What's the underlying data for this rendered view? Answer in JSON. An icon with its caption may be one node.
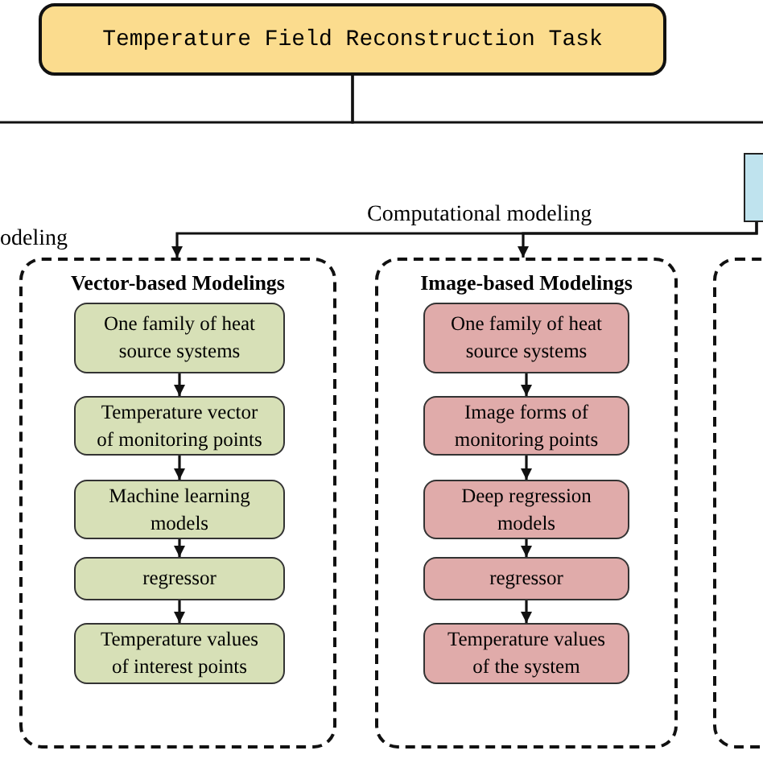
{
  "diagram": {
    "nodes": [
      {
        "text": [
          "Temperature Field Reconstruction Task"
        ]
      },
      {
        "text": [
          "Vector-based Modelings"
        ]
      },
      {
        "text": [
          "One family of heat source systems"
        ],
        "in": 1
      },
      {
        "text": [
          "Temperature vector of monitoring points"
        ],
        "in": 1
      },
      {
        "text": [
          "Machine learning models"
        ],
        "in": 1
      },
      {
        "text": [
          "regressor"
        ],
        "in": 1
      },
      {
        "text": [
          "Temperature values of interest points"
        ],
        "in": 1
      },
      {
        "text": [
          "Image-based Modelings"
        ]
      },
      {
        "text": [
          "One family of heat source systems"
        ],
        "in": 7
      },
      {
        "text": [
          "Image forms of monitoring points"
        ],
        "in": 7
      },
      {
        "text": [
          "Deep regression models"
        ],
        "in": 7
      },
      {
        "text": [
          "regressor"
        ],
        "in": 7
      },
      {
        "text": [
          "Temperature values of the system"
        ],
        "in": 7
      },
      {
        "text": [],
        "shape": "box"
      },
      {
        "text": [],
        "shape": "box"
      }
    ],
    "edges": [
      {
        "from": 0,
        "to": null,
        "arrow": "none"
      },
      {
        "from": 0,
        "to": null,
        "arrow": "none"
      },
      {
        "from": 13,
        "to": 1,
        "arrow": "to"
      },
      {
        "from": 13,
        "to": 7,
        "arrow": "to"
      },
      {
        "from": 2,
        "to": 3,
        "arrow": "to"
      },
      {
        "from": 3,
        "to": 4,
        "arrow": "to"
      },
      {
        "from": 4,
        "to": 5,
        "arrow": "to"
      },
      {
        "from": 5,
        "to": 6,
        "arrow": "to"
      },
      {
        "from": 8,
        "to": 9,
        "arrow": "to"
      },
      {
        "from": 9,
        "to": 10,
        "arrow": "to"
      },
      {
        "from": 10,
        "to": 11,
        "arrow": "to"
      },
      {
        "from": 11,
        "to": 12,
        "arrow": "to"
      }
    ],
    "labels": [
      "odeling",
      "Computational modeling"
    ]
  }
}
